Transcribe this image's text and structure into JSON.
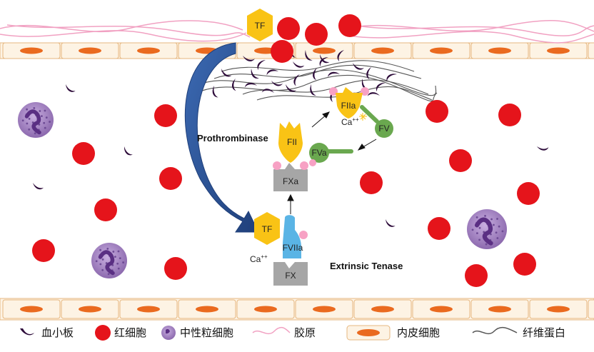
{
  "factors": {
    "tf_top": "TF",
    "fiia": "FIIa",
    "fii": "FII",
    "fv": "FV",
    "fva": "FVa",
    "fxa": "FXa",
    "tf_bottom": "TF",
    "fviia": "FVIIa",
    "fx": "FX",
    "ca_upper": "Ca",
    "ca_lower": "Ca",
    "ca_sup": "++"
  },
  "complexes": {
    "prothrombinase": "Prothrombinase",
    "extrinsic_tenase": "Extrinsic Tenase"
  },
  "legend": {
    "platelet": "血小板",
    "rbc": "红细胞",
    "neutrophil": "中性粒细胞",
    "collagen": "胶原",
    "endothelial": "内皮细胞",
    "fibrin": "纤维蛋白"
  },
  "colors": {
    "rbc": "#e5141b",
    "platelet": "#2d0b3a",
    "tf": "#f9c315",
    "factor_yellow": "#f9c315",
    "fviia": "#5ab4e5",
    "fv_green": "#6aa84f",
    "pink": "#f7a1c4",
    "gray": "#a6a6a6",
    "endothelium_fill": "#fdf3e4",
    "nucleus": "#ea6a1f",
    "arrow_blue": "#2f5597",
    "neutrophil": "#a989c5"
  }
}
